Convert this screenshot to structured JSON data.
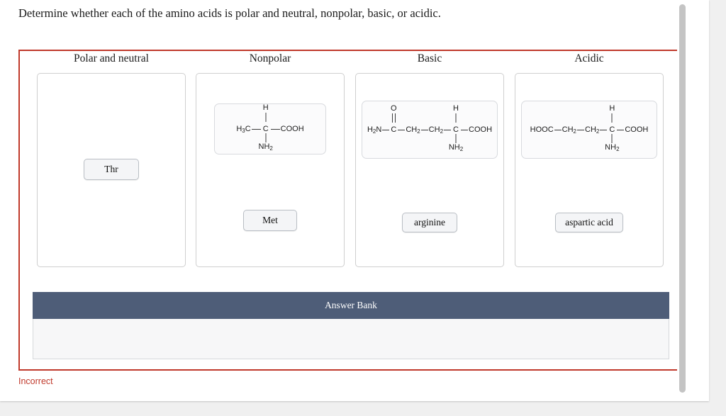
{
  "question": "Determine whether each of the amino acids is polar and neutral, nonpolar, basic, or acidic.",
  "colors": {
    "exercise_border": "#c0392b",
    "bank_header_bg": "#4e5d78",
    "status_color": "#c0392b",
    "chip_bg": "#f4f5f7"
  },
  "columns": [
    {
      "header": "Polar and neutral",
      "structure": null,
      "chip": "Thr"
    },
    {
      "header": "Nonpolar",
      "structure": {
        "left_group": "H3C",
        "up_label": "H",
        "down_label": "NH2",
        "right_group": "COOH",
        "formula_text": "H3C—C(H)(NH2)—COOH"
      },
      "chip": "Met"
    },
    {
      "header": "Basic",
      "structure": {
        "left_group": "H2N",
        "carbonyl_o": "O",
        "chain": [
          "CH2",
          "CH2"
        ],
        "up_label": "H",
        "down_label": "NH2",
        "right_group": "COOH",
        "formula_text": "H2N—C(=O)—CH2—CH2—C(H)(NH2)—COOH"
      },
      "chip": "arginine"
    },
    {
      "header": "Acidic",
      "structure": {
        "left_group": "HOOC",
        "chain": [
          "CH2",
          "CH2"
        ],
        "up_label": "H",
        "down_label": "NH2",
        "right_group": "COOH",
        "formula_text": "HOOC—CH2—CH2—C(H)(NH2)—COOH"
      },
      "chip": "aspartic acid"
    }
  ],
  "answer_bank": {
    "title": "Answer Bank",
    "items": []
  },
  "status": {
    "label": "Incorrect"
  }
}
